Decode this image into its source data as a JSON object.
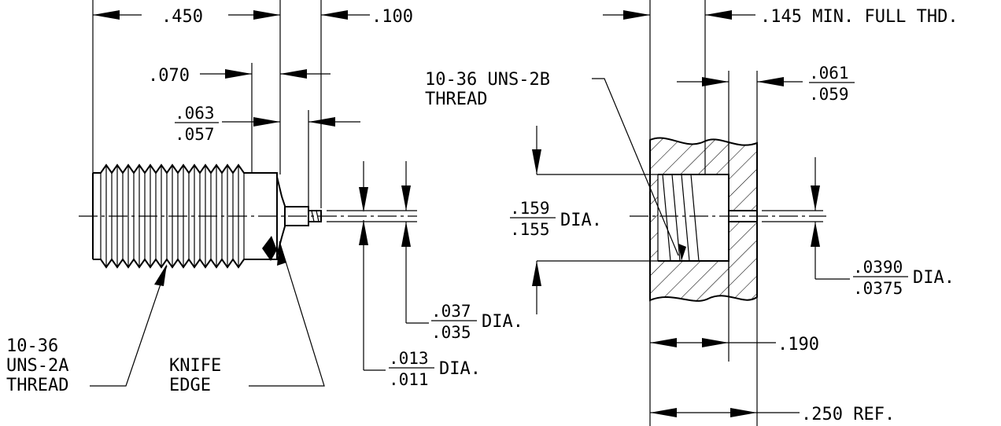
{
  "plug": {
    "dim_length": ".450",
    "dim_pin": ".100",
    "dim_shoulder": ".070",
    "dim_gap_num": ".063",
    "dim_gap_den": ".057",
    "thread_line1": "10-36",
    "thread_line2": "UNS-2A",
    "thread_line3": "THREAD",
    "knife_line1": "KNIFE",
    "knife_line2": "EDGE",
    "pin_dia_num": ".037",
    "pin_dia_den": ".035",
    "pin_dia_suffix": "DIA.",
    "tip_dia_num": ".013",
    "tip_dia_den": ".011",
    "tip_dia_suffix": "DIA."
  },
  "jack": {
    "full_thread": ".145 MIN. FULL THD.",
    "thread_line1": "10-36 UNS-2B",
    "thread_line2": "THREAD",
    "step_num": ".061",
    "step_den": ".059",
    "bore_num": ".159",
    "bore_den": ".155",
    "bore_suffix": "DIA.",
    "hole_num": ".0390",
    "hole_den": ".0375",
    "hole_suffix": "DIA.",
    "depth": ".190",
    "overall": ".250 REF."
  }
}
